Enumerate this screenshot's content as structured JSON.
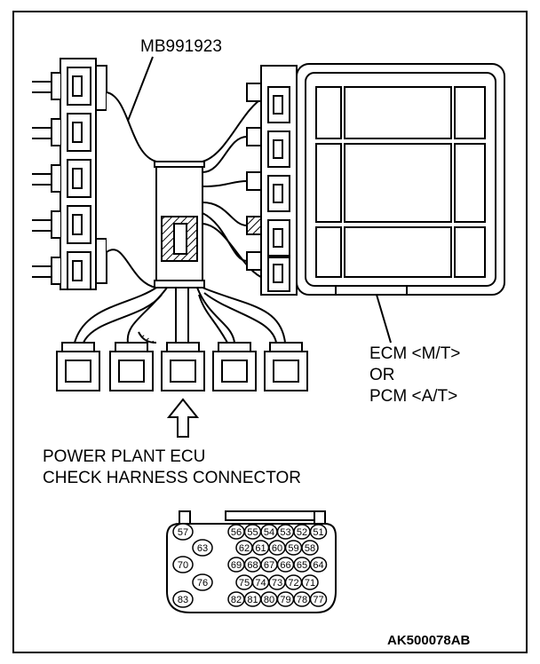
{
  "labels": {
    "tool_label": "MB991923",
    "ecm_line1": "ECM <M/T>",
    "ecm_line2": "OR",
    "ecm_line3": "PCM <A/T>",
    "caption_line1": "POWER PLANT ECU",
    "caption_line2": "CHECK HARNESS CONNECTOR",
    "figure_code": "AK500078AB"
  },
  "connector_pins": {
    "row1": [
      "57",
      "56",
      "55",
      "54",
      "53",
      "52",
      "51"
    ],
    "row2": [
      "63",
      "62",
      "61",
      "60",
      "59",
      "58"
    ],
    "row3": [
      "70",
      "69",
      "68",
      "67",
      "66",
      "65",
      "64"
    ],
    "row4": [
      "76",
      "75",
      "74",
      "73",
      "72",
      "71"
    ],
    "row5": [
      "83",
      "82",
      "81",
      "80",
      "79",
      "78",
      "77"
    ]
  }
}
